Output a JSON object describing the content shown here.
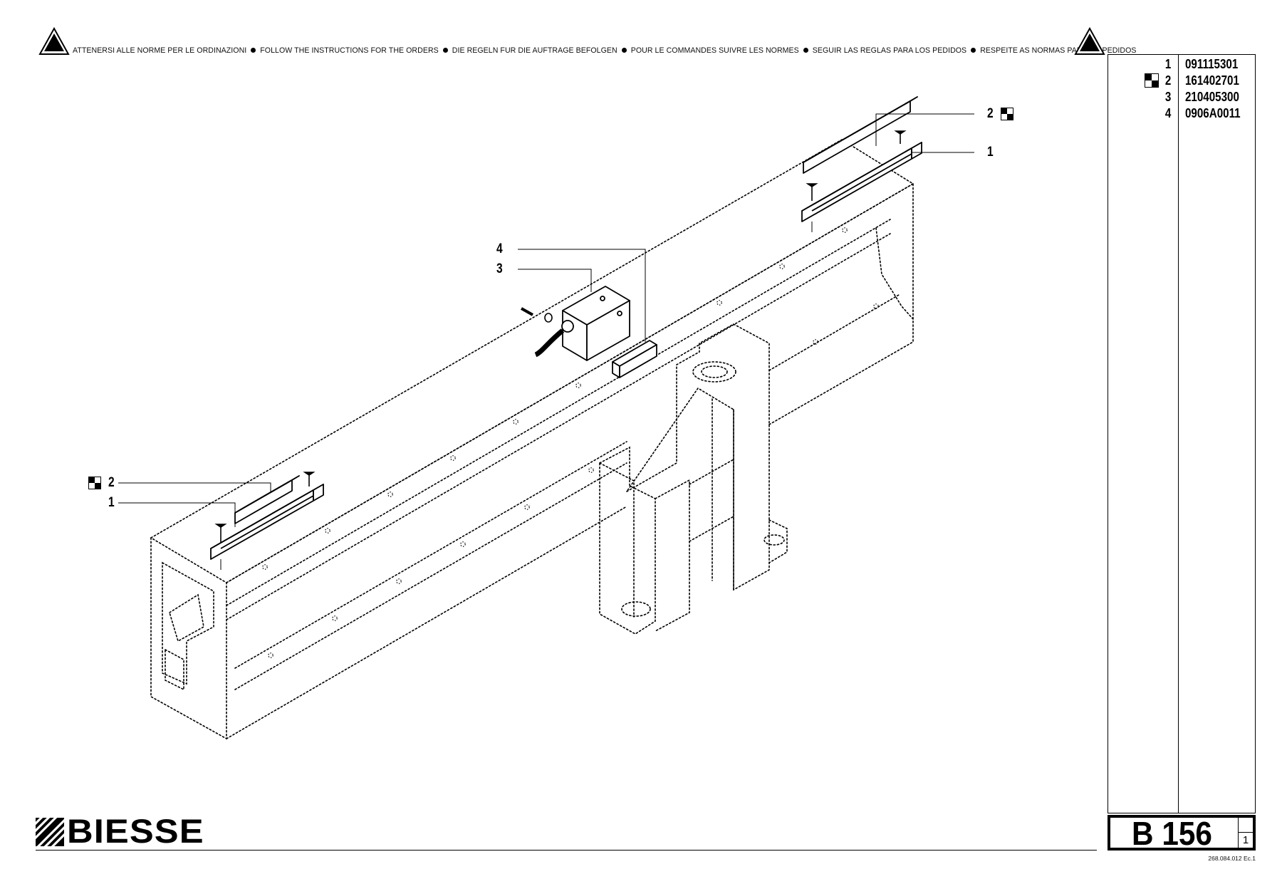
{
  "notice": {
    "segments": [
      "ATTENERSI ALLE NORME PER LE ORDINAZIONI",
      "FOLLOW THE INSTRUCTIONS FOR THE ORDERS",
      "DIE REGELN FUR DIE AUFTRAGE BEFOLGEN",
      "POUR LE COMMANDES SUIVRE LES NORMES",
      "SEGUIR LAS REGLAS PARA LOS PEDIDOS",
      "RESPEITE AS NORMAS PARA OS PEDIDOS"
    ],
    "icon": "warning-triangle-icon"
  },
  "callouts": {
    "right_top_2": "2",
    "right_top_1": "1",
    "center_4": "4",
    "center_3": "3",
    "left_2": "2",
    "left_1": "1"
  },
  "parts": [
    {
      "item": "1",
      "code": "091115301",
      "marked": false
    },
    {
      "item": "2",
      "code": "161402701",
      "marked": true
    },
    {
      "item": "3",
      "code": "210405300",
      "marked": false
    },
    {
      "item": "4",
      "code": "0906A0011",
      "marked": false
    }
  ],
  "page": {
    "code": "B 156",
    "sheet": "1",
    "doc_ref": "268.084.012 Ec.1"
  },
  "brand": {
    "name": "BIESSE",
    "icon": "biesse-logo-icon"
  },
  "colors": {
    "ink": "#000000",
    "paper": "#ffffff"
  }
}
